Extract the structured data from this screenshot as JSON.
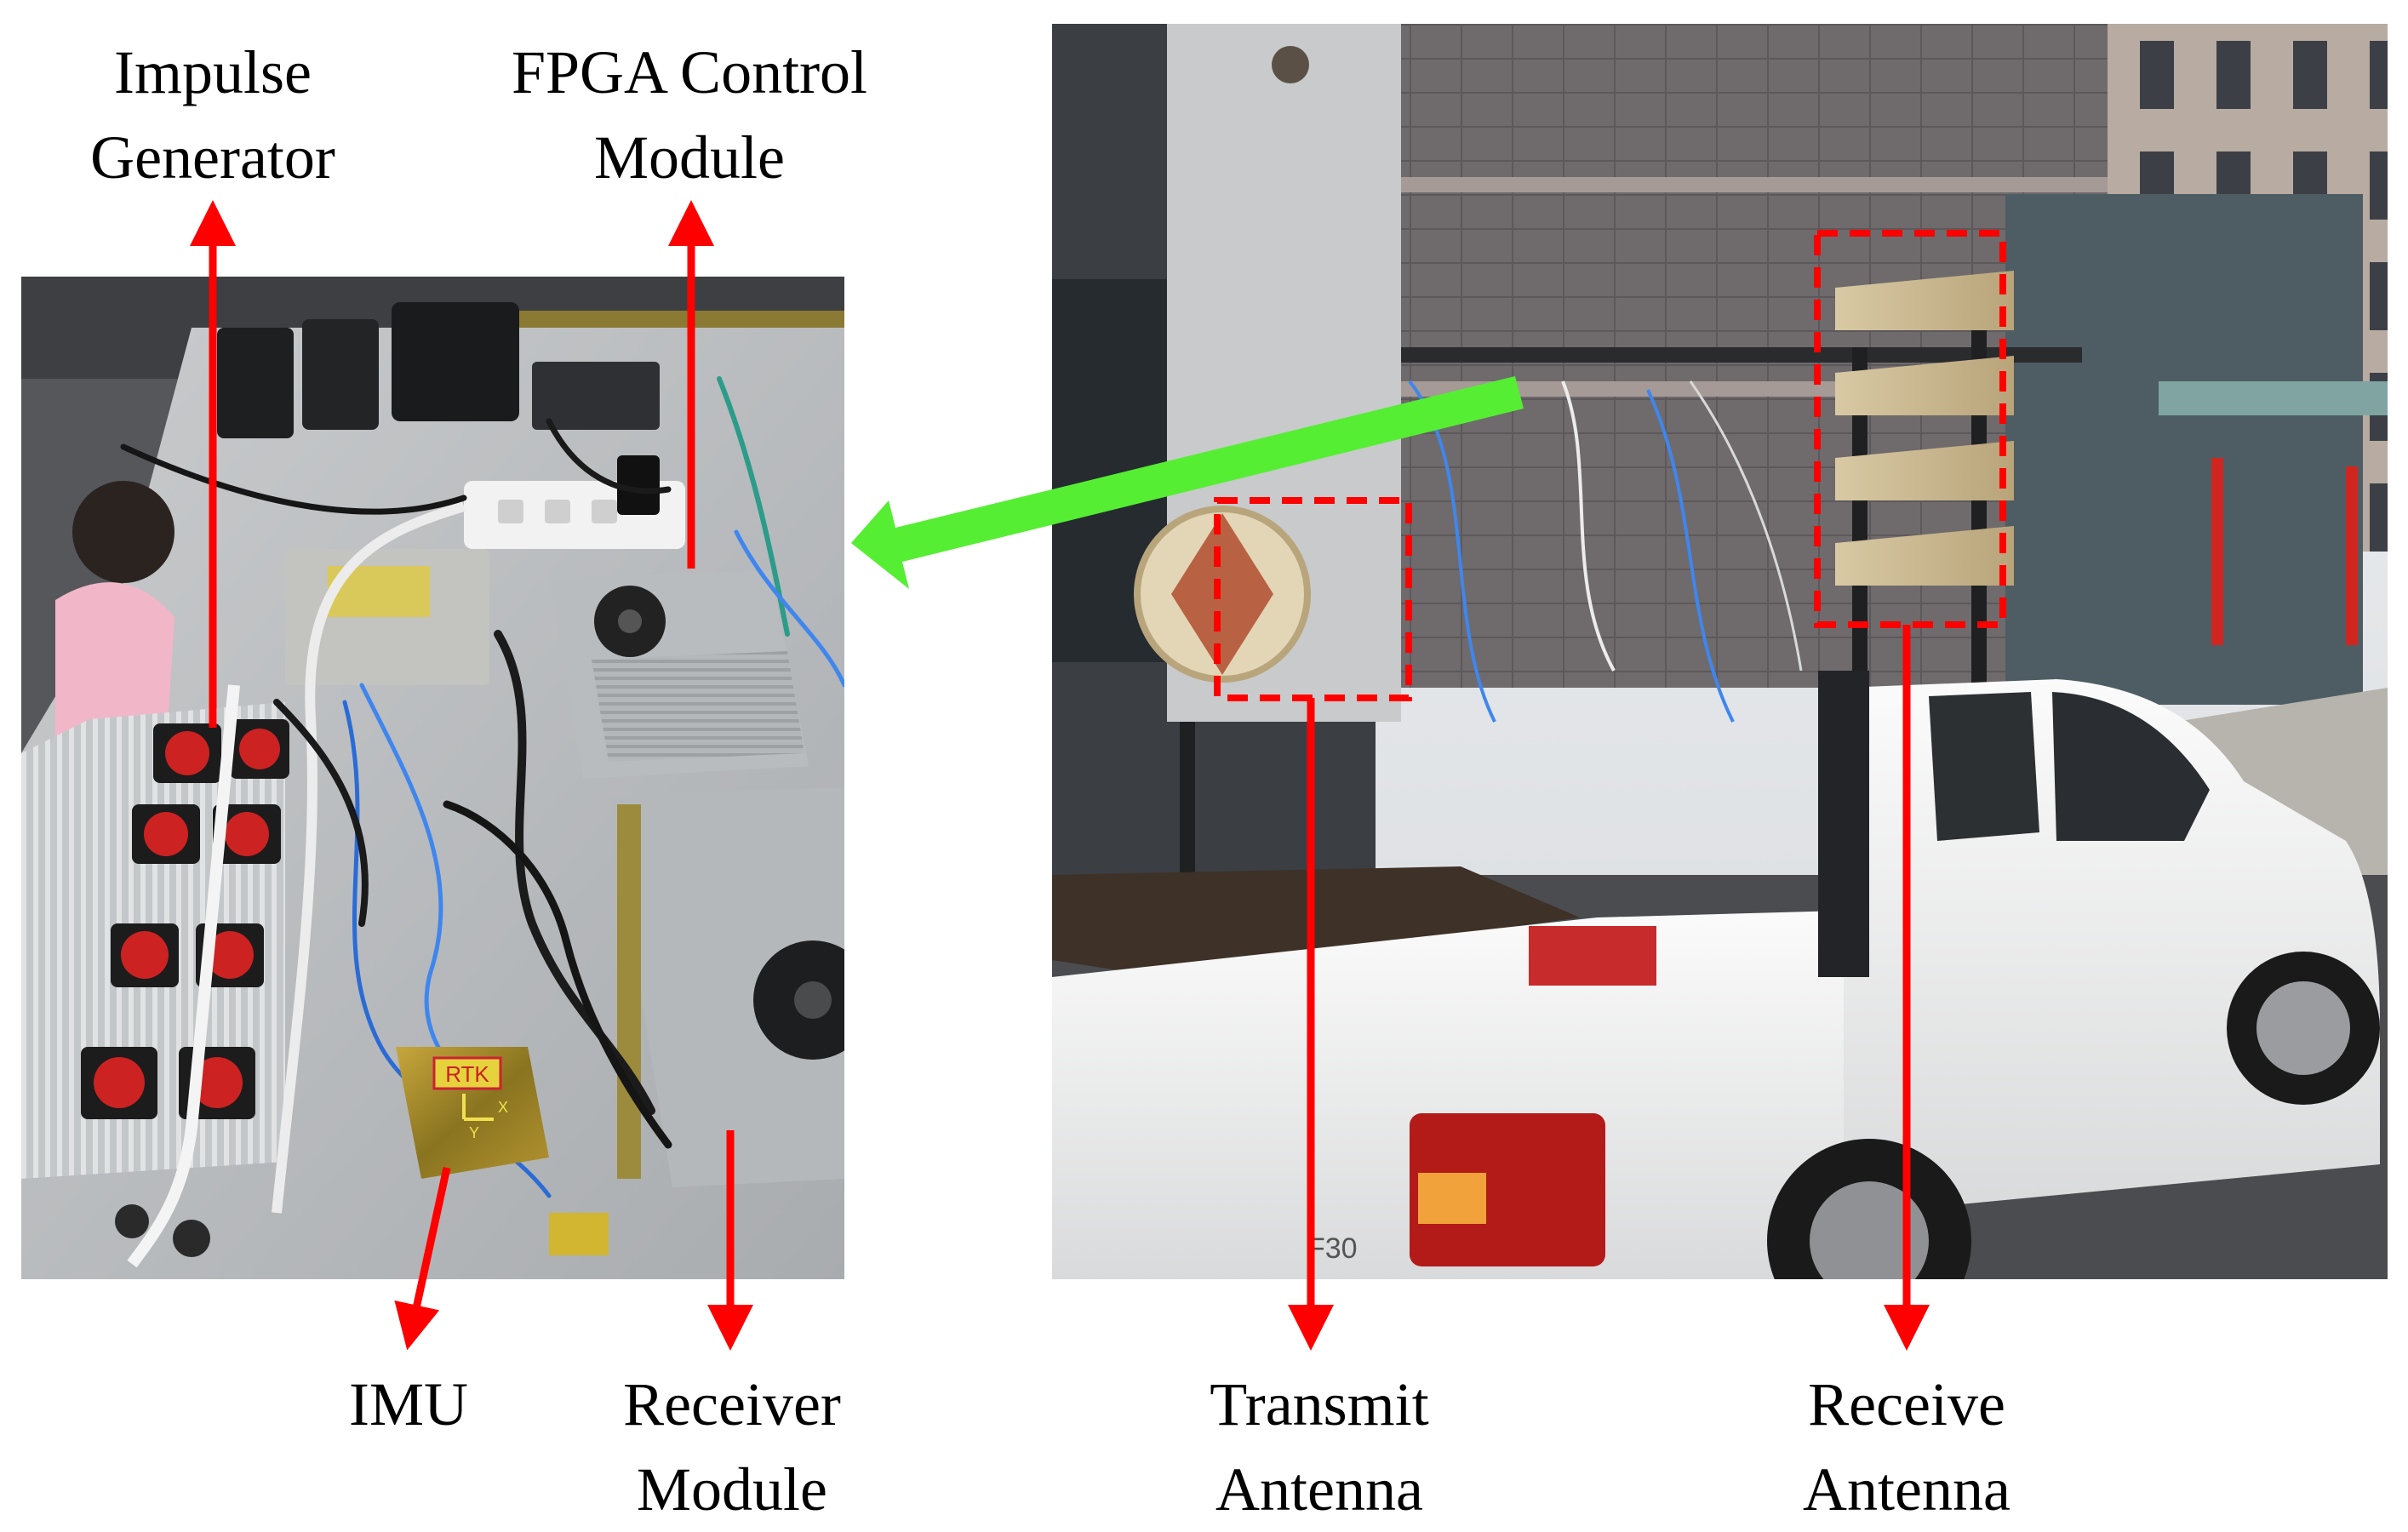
{
  "labels": {
    "impulse_generator": [
      "Impulse",
      "Generator"
    ],
    "fpga_control_module": [
      "FPGA Control",
      "Module"
    ],
    "imu": "IMU",
    "receiver_module": [
      "Receiver",
      "Module"
    ],
    "transmit_antenna": [
      "Transmit",
      "Antenna"
    ],
    "receive_antenna": [
      "Receive",
      "Antenna"
    ]
  },
  "equipment": {
    "rtk_box_label": "RTK",
    "truck_model_badge": "F30",
    "axis_x": "X",
    "axis_y": "Y"
  },
  "colors": {
    "arrow_red": "#ff0000",
    "highlight_dash_red": "#ff0000",
    "link_arrow_green": "#55ee33",
    "background": "#ffffff",
    "text": "#000000"
  }
}
